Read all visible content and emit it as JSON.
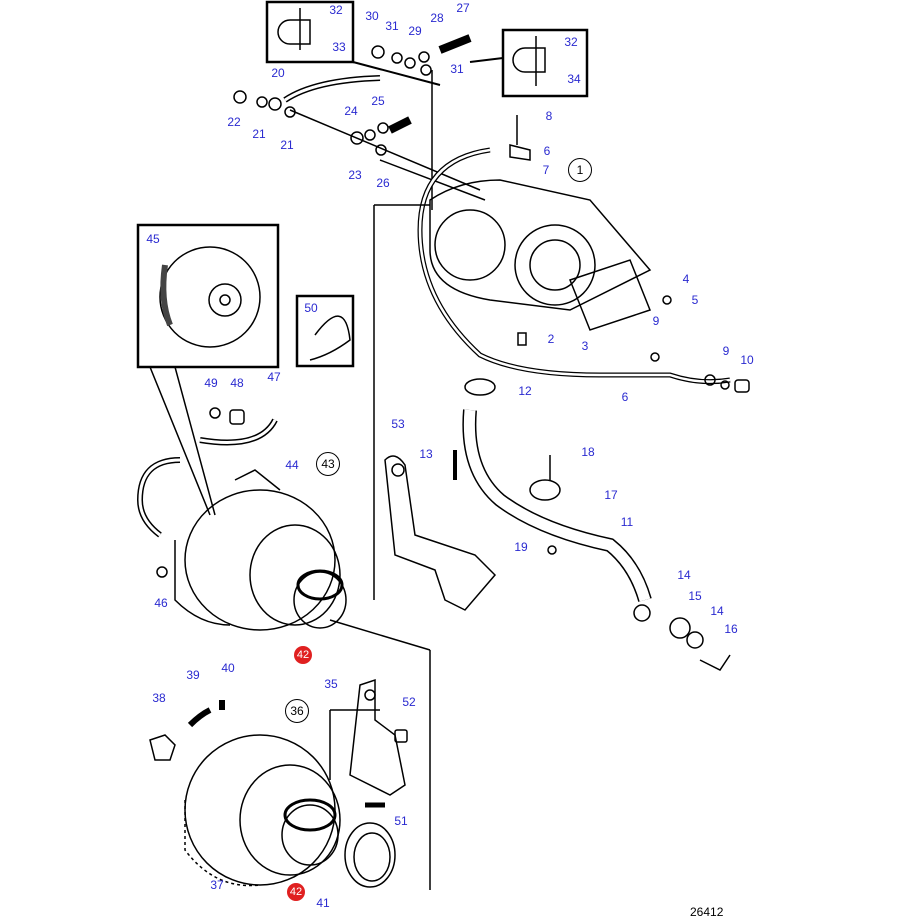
{
  "diagram": {
    "figure_number": "26412",
    "label_color": "#2a2ad0",
    "highlight_color": "#e02020",
    "callouts": [
      "32",
      "33",
      "30",
      "31",
      "29",
      "28",
      "27",
      "32",
      "34",
      "31",
      "20",
      "22",
      "21",
      "21",
      "24",
      "25",
      "23",
      "26",
      "8",
      "6",
      "7",
      "1",
      "4",
      "5",
      "9",
      "9",
      "10",
      "2",
      "3",
      "6",
      "12",
      "45",
      "50",
      "49",
      "48",
      "47",
      "43",
      "44",
      "53",
      "13",
      "18",
      "17",
      "11",
      "19",
      "14",
      "15",
      "14",
      "16",
      "46",
      "42",
      "39",
      "40",
      "38",
      "36",
      "35",
      "52",
      "51",
      "37",
      "42",
      "41"
    ]
  }
}
